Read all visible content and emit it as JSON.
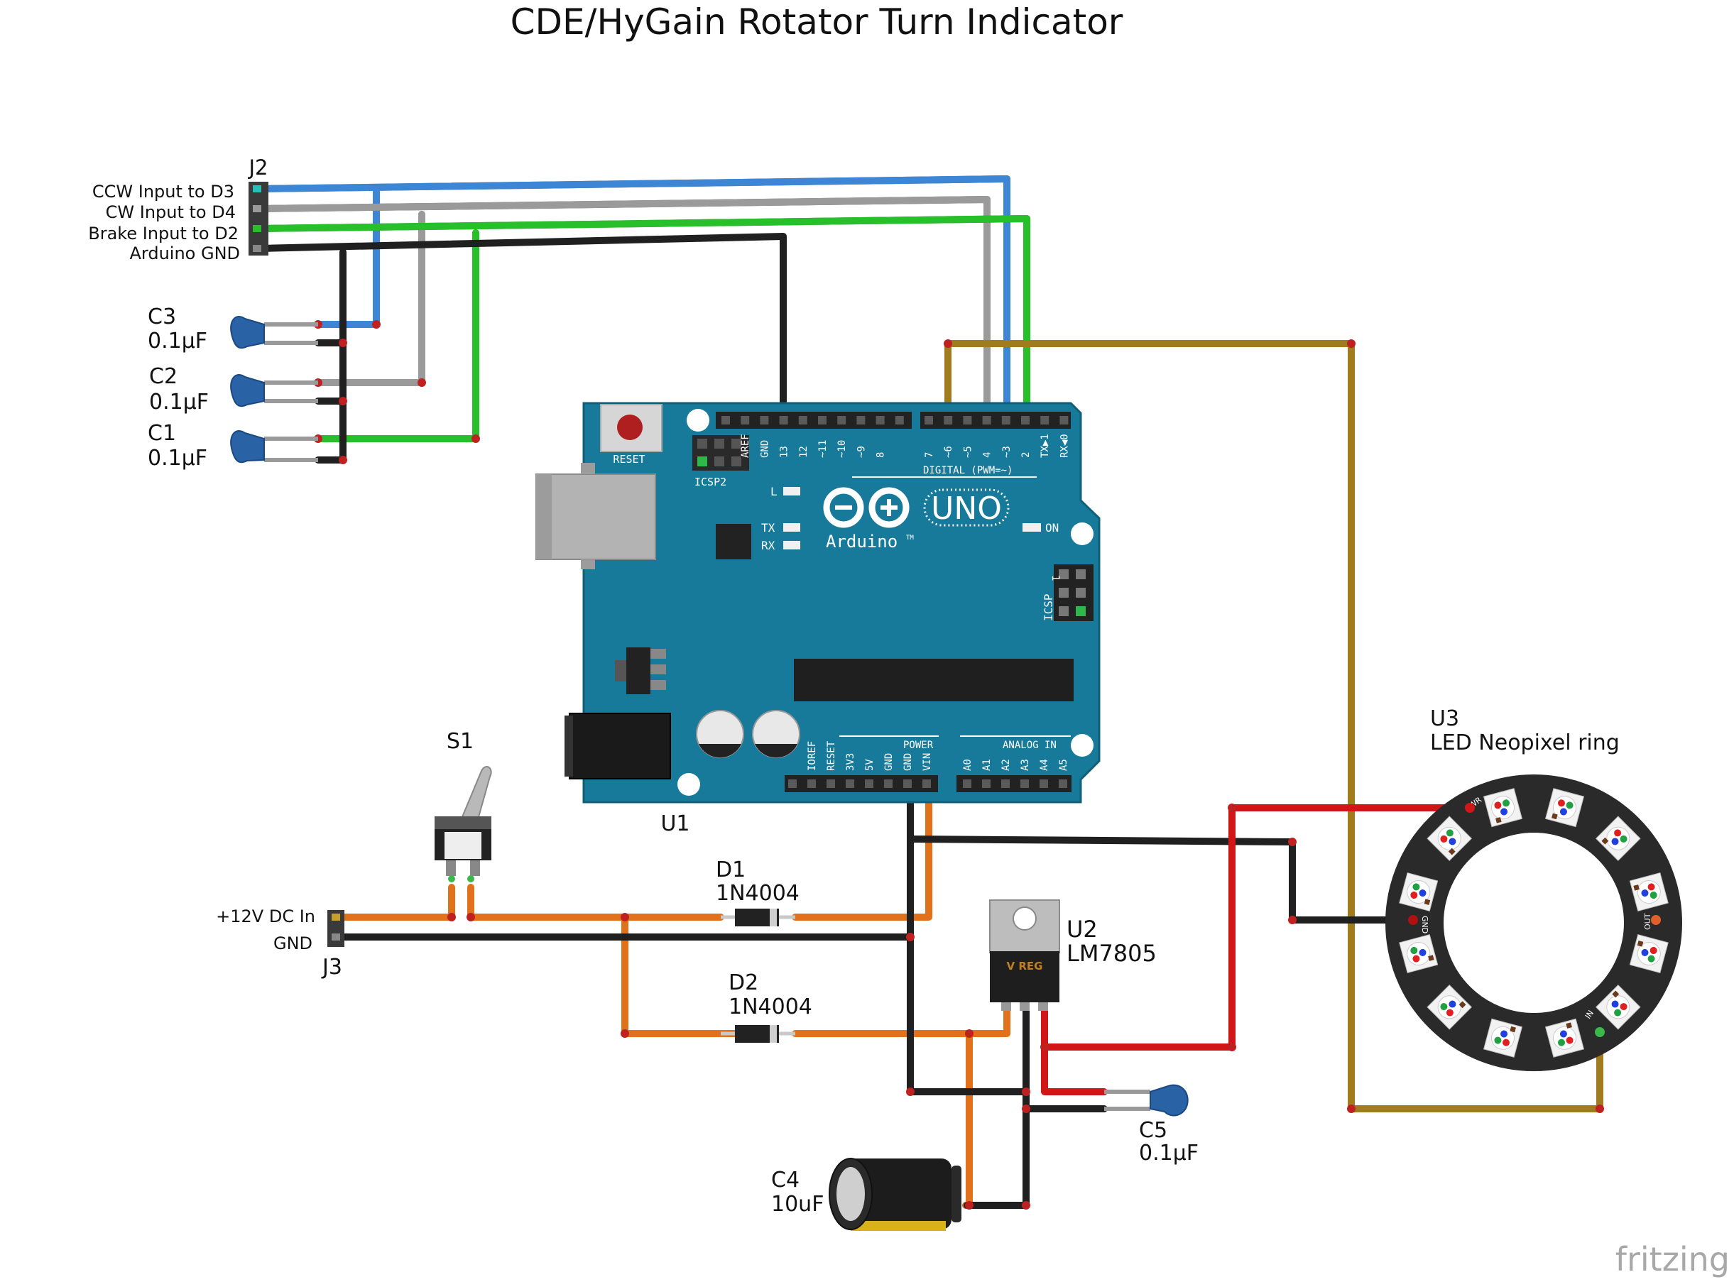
{
  "title": "CDE/HyGain Rotator Turn Indicator",
  "watermark": "fritzing",
  "colors": {
    "blue": "#3d86d6",
    "gray": "#8c8c8c",
    "green": "#27c02b",
    "black": "#202020",
    "orange": "#e2711b",
    "red": "#d01616",
    "olive": "#a07c1e",
    "board": "#177a9a"
  },
  "j2": {
    "ref": "J2",
    "pins": [
      "CCW Input to D3",
      "CW Input to D4",
      "Brake Input to D2",
      "Arduino GND"
    ]
  },
  "capacitors": {
    "c3": {
      "ref": "C3",
      "value": "0.1µF"
    },
    "c2": {
      "ref": "C2",
      "value": "0.1µF"
    },
    "c1": {
      "ref": "C1",
      "value": "0.1µF"
    },
    "c5": {
      "ref": "C5",
      "value": "0.1µF"
    },
    "c4": {
      "ref": "C4",
      "value": "10uF"
    }
  },
  "uno": {
    "ref": "U1",
    "reset": "RESET",
    "icsp2": "ICSP2",
    "icsp": "ICSP",
    "model": "UNO",
    "brand": "Arduino",
    "tm": "TM",
    "led_l": "L",
    "led_tx": "TX",
    "led_rx": "RX",
    "led_on": "ON",
    "digital_label": "DIGITAL (PWM=~)",
    "power_label": "POWER",
    "analog_label": "ANALOG IN",
    "icsp_pin1": "1",
    "top_pins": [
      "AREF",
      "GND",
      "13",
      "12",
      "~11",
      "~10",
      "~9",
      "8",
      "7",
      "~6",
      "~5",
      "4",
      "~3",
      "2",
      "TX▶1",
      "RX◀0"
    ],
    "power_pins": [
      "IOREF",
      "RESET",
      "3V3",
      "5V",
      "GND",
      "GND",
      "VIN"
    ],
    "analog_pins": [
      "A0",
      "A1",
      "A2",
      "A3",
      "A4",
      "A5"
    ]
  },
  "s1": {
    "ref": "S1"
  },
  "j3": {
    "ref": "J3",
    "pins": [
      "+12V DC In",
      "GND"
    ]
  },
  "d1": {
    "ref": "D1",
    "part": "1N4004"
  },
  "d2": {
    "ref": "D2",
    "part": "1N4004"
  },
  "u2": {
    "ref": "U2",
    "part": "LM7805",
    "marking": "V REG"
  },
  "u3": {
    "ref": "U3",
    "part": "LED Neopixel ring",
    "pins": [
      "PWR",
      "GND",
      "OUT",
      "IN"
    ]
  }
}
